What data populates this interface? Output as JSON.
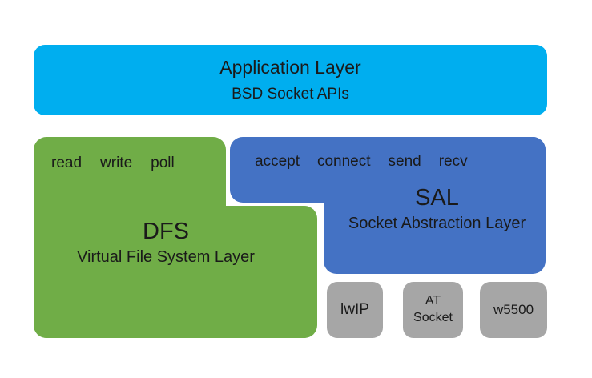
{
  "colors": {
    "background": "#ffffff",
    "cyan": "#00aeef",
    "green": "#70ad47",
    "blue": "#4472c4",
    "gray": "#a6a6a6",
    "text": "#1a1a1a"
  },
  "application_layer": {
    "title": "Application Layer",
    "subtitle": "BSD Socket APIs"
  },
  "dfs_layer": {
    "operations": [
      "read",
      "write",
      "poll"
    ],
    "acronym": "DFS",
    "name": "Virtual File System Layer"
  },
  "sal_layer": {
    "operations": [
      "accept",
      "connect",
      "send",
      "recv"
    ],
    "acronym": "SAL",
    "name": "Socket Abstraction Layer"
  },
  "protocol_stacks": [
    {
      "label": "lwIP",
      "lines": [
        "lwIP"
      ]
    },
    {
      "label": "AT Socket",
      "lines": [
        "AT",
        "Socket"
      ]
    },
    {
      "label": "w5500",
      "lines": [
        "w5500"
      ]
    }
  ]
}
